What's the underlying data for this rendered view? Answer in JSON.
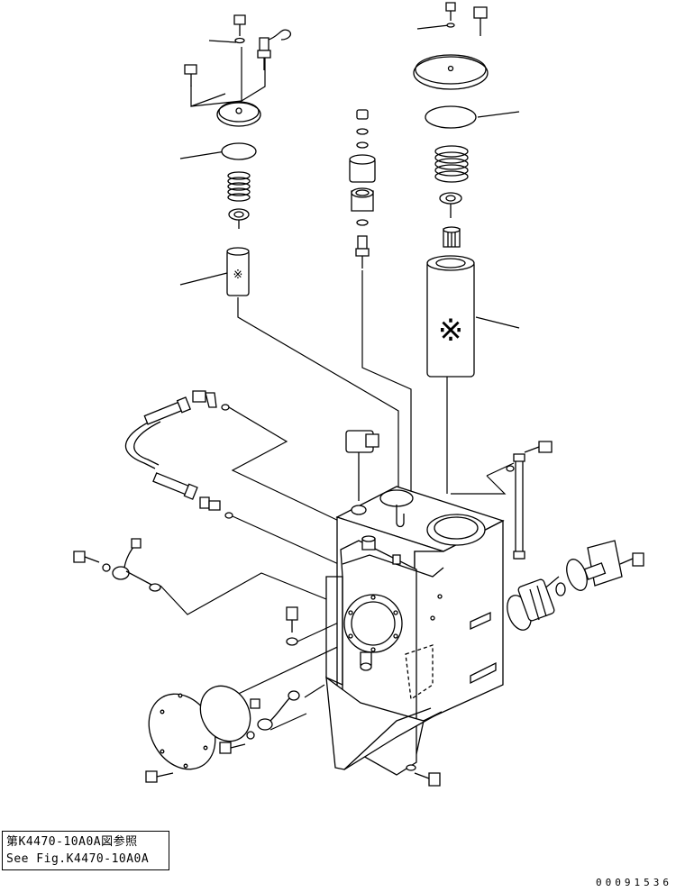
{
  "reference": {
    "line_jp": "第K4470-10A0A図参照",
    "line_en": "See Fig.K4470-10A0A"
  },
  "document_number": "00091536",
  "filter_marks": [
    "※",
    "※"
  ],
  "colors": {
    "ink": "#000000",
    "paper": "#ffffff"
  }
}
